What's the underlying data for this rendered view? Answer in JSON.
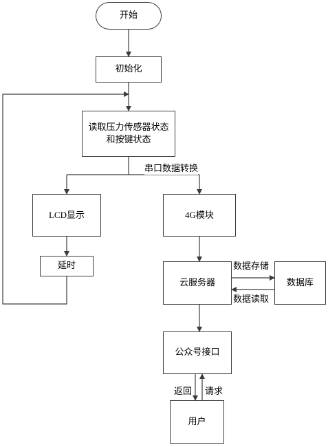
{
  "nodes": {
    "start": "开始",
    "init": "初始化",
    "read_line1": "读取压力传感器状态",
    "read_line2": "和按键状态",
    "lcd": "LCD显示",
    "delay": "延时",
    "module4g": "4G模块",
    "cloud": "云服务器",
    "database": "数据库",
    "wechat": "公众号接口",
    "user": "用户"
  },
  "edge_labels": {
    "serial": "串口数据转换",
    "store": "数据存储",
    "fetch": "数据读取",
    "back": "返回",
    "request": "请求"
  },
  "colors": {
    "line": "#3c3c3c",
    "border": "#3c3c3c",
    "background": "#ffffff"
  }
}
